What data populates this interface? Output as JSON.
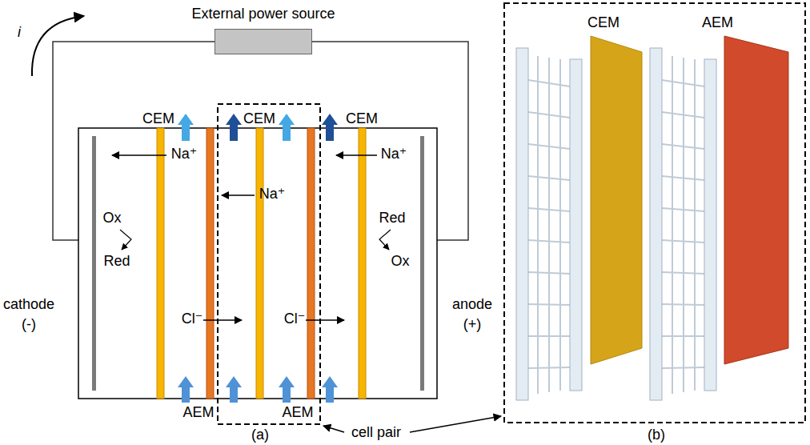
{
  "diagram": {
    "nodes": [
      {
        "text": [
          "External power source"
        ]
      },
      {
        "text": [
          "CEM"
        ]
      },
      {
        "text": [
          "AEM"
        ]
      }
    ],
    "labels": [
      "i",
      "CEM",
      "CEM",
      "CEM",
      "Na⁺",
      "Na⁺",
      "Na⁺",
      "Ox",
      "Red",
      "Red",
      "Ox",
      "cathode (-)",
      "anode (+)",
      "Cl⁻",
      "Cl⁻",
      "AEM",
      "AEM",
      "cell pair",
      "(a)",
      "(b)"
    ]
  }
}
